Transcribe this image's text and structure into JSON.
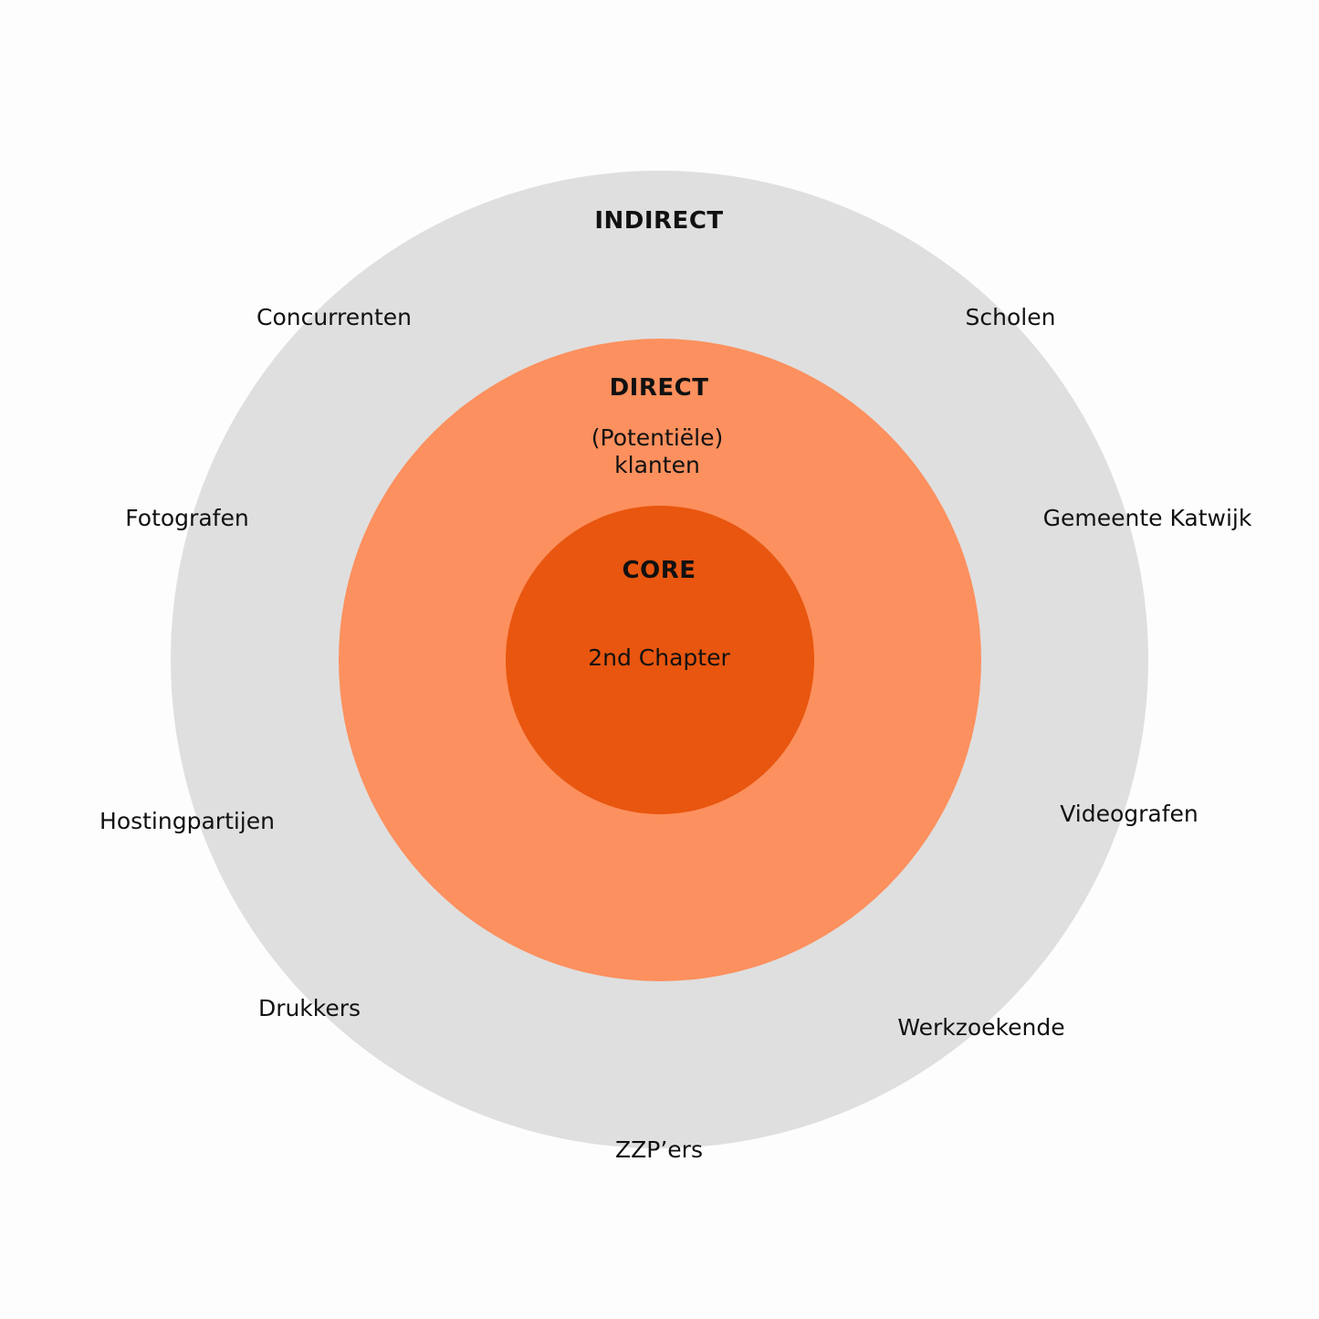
{
  "colors": {
    "background": "#fdfdfd",
    "indirect_ring": "#dfdfdf",
    "direct_ring": "#fc905e",
    "core_circle": "#e8560f",
    "text": "#111111"
  },
  "indirect": {
    "title": "INDIRECT",
    "stakeholders": [
      "Concurrenten",
      "Scholen",
      "Fotografen",
      "Gemeente Katwijk",
      "Hostingpartijen",
      "Videografen",
      "Drukkers",
      "Werkzoekende",
      "ZZP’ers"
    ]
  },
  "direct": {
    "title": "DIRECT",
    "subtitle_line1": "(Potentiële)",
    "subtitle_line2": "klanten"
  },
  "core": {
    "title": "CORE",
    "name": "2nd Chapter"
  }
}
